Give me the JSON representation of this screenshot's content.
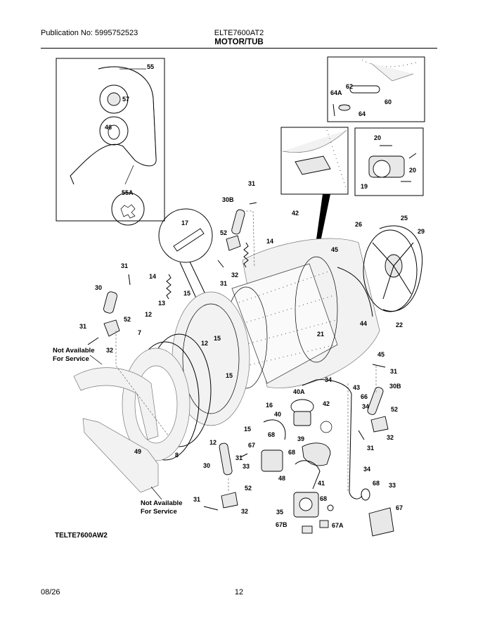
{
  "header": {
    "publication": "Publication No: 5995752523",
    "model": "ELTE7600AT2",
    "section": "MOTOR/TUB"
  },
  "footer": {
    "date": "08/26",
    "page": "12"
  },
  "diagram": {
    "code": "TELTE7600AW2",
    "notes": {
      "upper": [
        "Not Available",
        "For Service"
      ],
      "lower": [
        "Not Available",
        "For Service"
      ]
    },
    "callouts": {
      "c55": "55",
      "c57": "57",
      "c46": "46",
      "c55A": "55A",
      "c62": "62",
      "c64A": "64A",
      "c60": "60",
      "c64": "64",
      "c20a": "20",
      "c20b": "20",
      "c19": "19",
      "c31a": "31",
      "c30Ba": "30B",
      "c42a": "42",
      "c17": "17",
      "c52a": "52",
      "c14a": "14",
      "c26": "26",
      "c25": "25",
      "c29": "29",
      "c45a": "45",
      "c32a": "32",
      "c31b": "31",
      "c31c": "31",
      "c14b": "14",
      "c30a": "30",
      "c15a": "15",
      "c12a": "12",
      "c13": "13",
      "c52b": "52",
      "c21": "21",
      "c44": "44",
      "c22": "22",
      "c31d": "31",
      "c7": "7",
      "c32b": "32",
      "c12b": "12",
      "c15b": "15",
      "c15c": "15",
      "c45b": "45",
      "c31e": "31",
      "c34a": "34",
      "c43": "43",
      "c30Bb": "30B",
      "c66": "66",
      "c40A": "40A",
      "c42b": "42",
      "c34b": "34",
      "c52c": "52",
      "c16": "16",
      "c40": "40",
      "c15d": "15",
      "c49": "49",
      "c12c": "12",
      "c68a": "68",
      "c39": "39",
      "c32c": "32",
      "c8": "8",
      "c31f": "31",
      "c67a": "67",
      "c68b": "68",
      "c31g": "31",
      "c30b": "30",
      "c33a": "33",
      "c34c": "34",
      "c52d": "52",
      "c48": "48",
      "c41": "41",
      "c68c": "68",
      "c33b": "33",
      "c31h": "31",
      "c32d": "32",
      "c35": "35",
      "c68d": "68",
      "c67b": "67",
      "c67B": "67B",
      "c67A": "67A"
    }
  }
}
